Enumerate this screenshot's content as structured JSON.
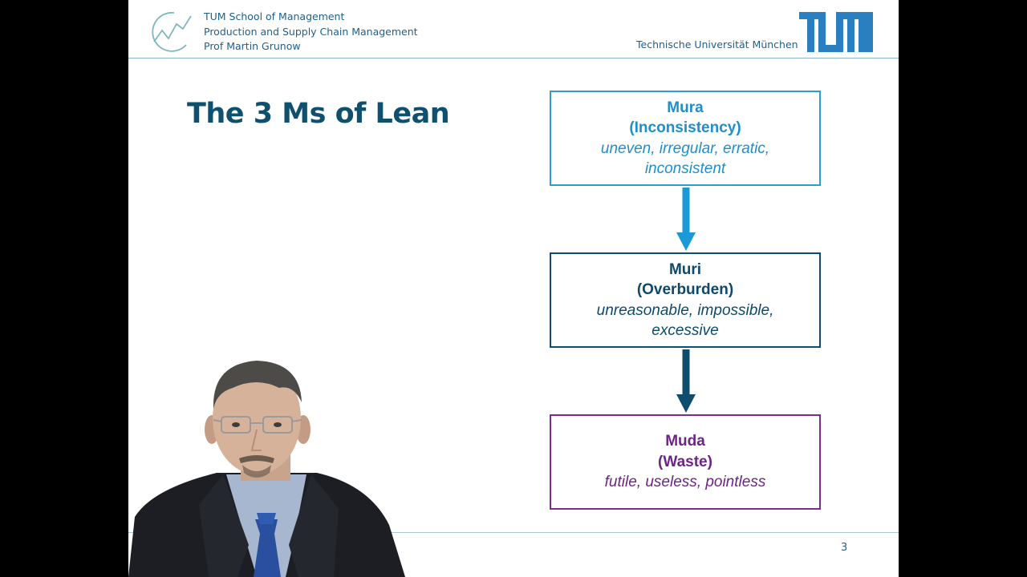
{
  "header": {
    "school": "TUM School of Management",
    "chair": "Production and Supply Chain Management",
    "professor": "Prof Martin Grunow",
    "university": "Technische Universität München",
    "logo_icon": "tum-chart-logo-icon",
    "brand_logo": "tum-logo"
  },
  "slide": {
    "title": "The 3 Ms of Lean",
    "page_number": "3"
  },
  "diagram": {
    "boxes": [
      {
        "name": "Mura",
        "subtitle": "(Inconsistency)",
        "description": "uneven, irregular, erratic, inconsistent",
        "color": "#1d8fcc"
      },
      {
        "name": "Muri",
        "subtitle": "(Overburden)",
        "description": "unreasonable, impossible, excessive",
        "color": "#0d4a6a"
      },
      {
        "name": "Muda",
        "subtitle": "(Waste)",
        "description": "futile, useless, pointless",
        "color": "#6c2487"
      }
    ],
    "arrows": [
      {
        "from": "Mura",
        "to": "Muri",
        "color": "#1a9ad9"
      },
      {
        "from": "Muri",
        "to": "Muda",
        "color": "#0f4d6e"
      }
    ]
  },
  "colors": {
    "brand_blue": "#1f5f8b",
    "title": "#10506f"
  },
  "presenter": {
    "icon": "presenter-video-overlay"
  }
}
